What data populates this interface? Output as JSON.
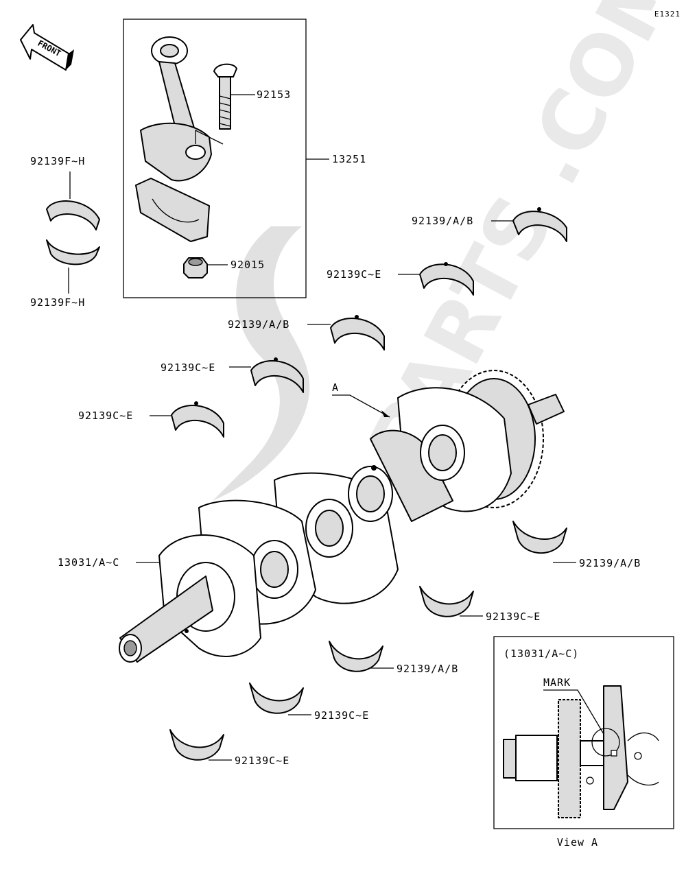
{
  "diagram": {
    "code": "E1321",
    "direction_label": "FRONT",
    "watermark": "PARTS .COM",
    "callouts": [
      {
        "id": "c1",
        "text": "92153"
      },
      {
        "id": "c2",
        "text": "13251"
      },
      {
        "id": "c3",
        "text": "92139F~H"
      },
      {
        "id": "c4",
        "text": "92139F~H"
      },
      {
        "id": "c5",
        "text": "92015"
      },
      {
        "id": "c6",
        "text": "92139/A/B"
      },
      {
        "id": "c7",
        "text": "92139C~E"
      },
      {
        "id": "c8",
        "text": "92139/A/B"
      },
      {
        "id": "c9",
        "text": "92139C~E"
      },
      {
        "id": "c10",
        "text": "92139C~E"
      },
      {
        "id": "c11",
        "text": "A"
      },
      {
        "id": "c12",
        "text": "13031/A~C"
      },
      {
        "id": "c13",
        "text": "92139/A/B"
      },
      {
        "id": "c14",
        "text": "92139C~E"
      },
      {
        "id": "c15",
        "text": "92139/A/B"
      },
      {
        "id": "c16",
        "text": "92139C~E"
      },
      {
        "id": "c17",
        "text": "92139C~E"
      }
    ],
    "inset": {
      "title": "(13031/A~C)",
      "mark_label": "MARK",
      "caption": "View A"
    }
  }
}
